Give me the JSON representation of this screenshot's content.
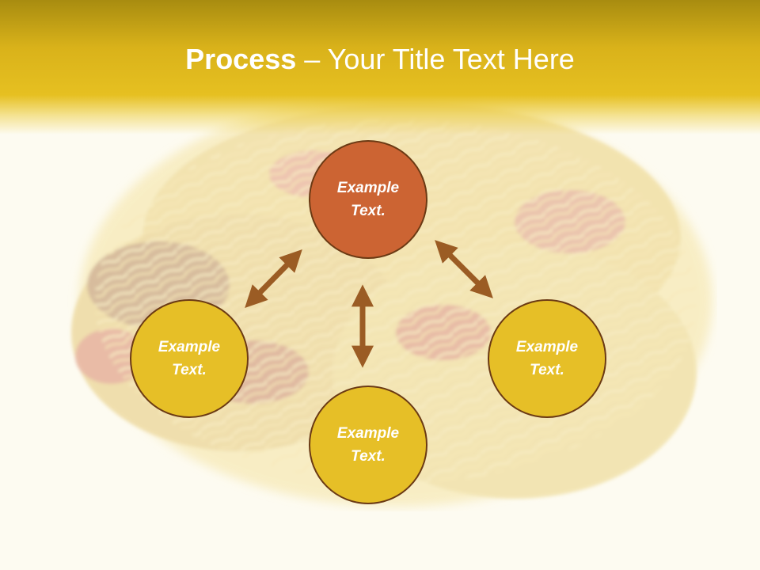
{
  "title": {
    "bold": "Process",
    "rest": " – Your Title Text Here"
  },
  "nodes": [
    {
      "label": "Example Text.",
      "color": "#cc6433"
    },
    {
      "label": "Example Text.",
      "color": "#e6bf27"
    },
    {
      "label": "Example Text.",
      "color": "#e6bf27"
    },
    {
      "label": "Example Text.",
      "color": "#e6bf27"
    }
  ],
  "colors": {
    "header": "#d9b21a",
    "arrow": "#9b5c24",
    "node_border": "#6b3a14",
    "node_text": "#ffffff"
  }
}
